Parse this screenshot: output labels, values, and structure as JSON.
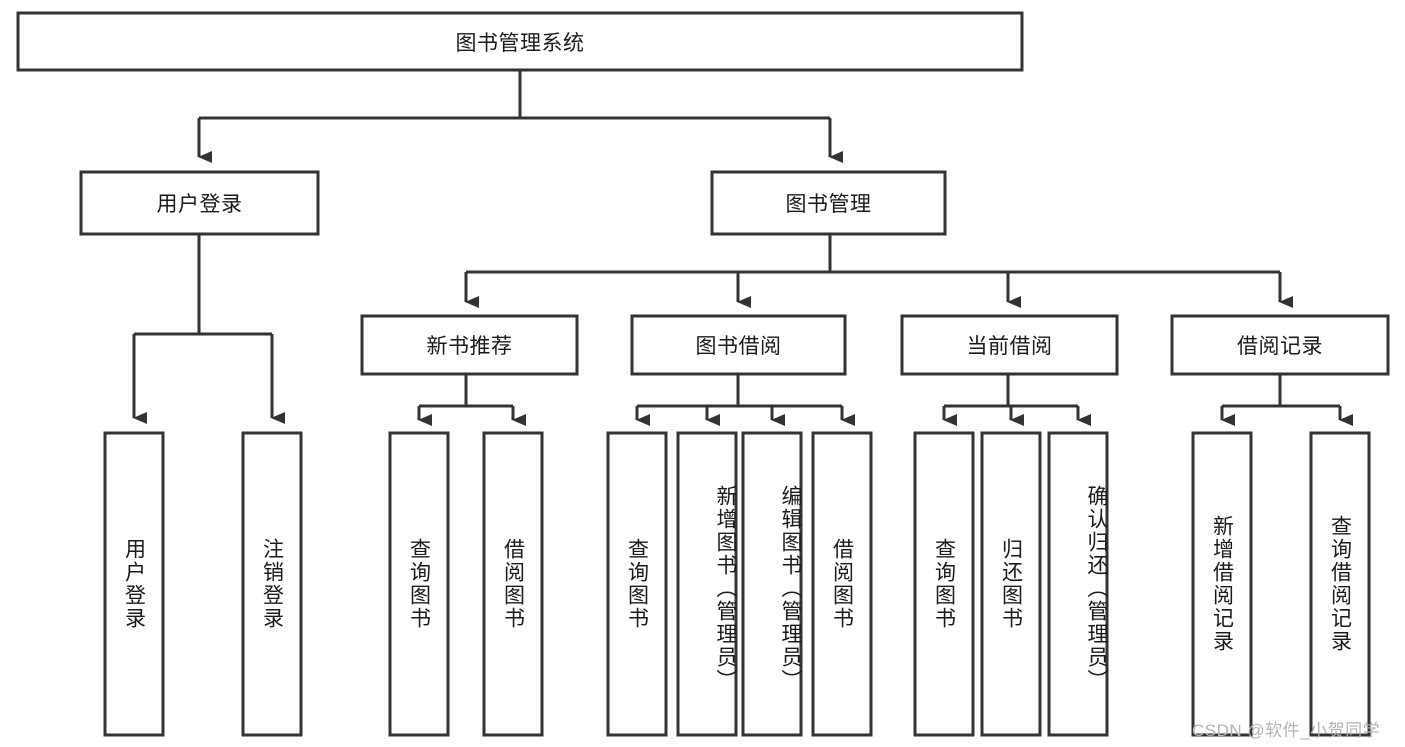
{
  "diagram": {
    "title": "图书管理系统",
    "type": "tree-hierarchy-diagram",
    "root": {
      "id": "root",
      "label": "图书管理系统"
    },
    "level2": [
      {
        "id": "user-login",
        "label": "用户登录"
      },
      {
        "id": "book-management",
        "label": "图书管理"
      }
    ],
    "level3": [
      {
        "id": "new-book-recommend",
        "label": "新书推荐",
        "parent": "book-management"
      },
      {
        "id": "book-borrow",
        "label": "图书借阅",
        "parent": "book-management"
      },
      {
        "id": "current-borrow",
        "label": "当前借阅",
        "parent": "book-management"
      },
      {
        "id": "borrow-record",
        "label": "借阅记录",
        "parent": "book-management"
      }
    ],
    "leaves": [
      {
        "id": "leaf-user-login",
        "label": "用户登录",
        "parent": "user-login"
      },
      {
        "id": "leaf-logout-login",
        "label": "注销登录",
        "parent": "user-login"
      },
      {
        "id": "leaf-query-book-1",
        "label": "查询图书",
        "parent": "new-book-recommend"
      },
      {
        "id": "leaf-borrow-book-1",
        "label": "借阅图书",
        "parent": "new-book-recommend"
      },
      {
        "id": "leaf-query-book-2",
        "label": "查询图书",
        "parent": "book-borrow"
      },
      {
        "id": "leaf-add-book",
        "label": "新增图书（管理员）",
        "parent": "book-borrow"
      },
      {
        "id": "leaf-edit-book",
        "label": "编辑图书（管理员）",
        "parent": "book-borrow"
      },
      {
        "id": "leaf-borrow-book-2",
        "label": "借阅图书",
        "parent": "book-borrow"
      },
      {
        "id": "leaf-query-book-3",
        "label": "查询图书",
        "parent": "current-borrow"
      },
      {
        "id": "leaf-return-book",
        "label": "归还图书",
        "parent": "current-borrow"
      },
      {
        "id": "leaf-confirm-return",
        "label": "确认归还（管理员）",
        "parent": "current-borrow"
      },
      {
        "id": "leaf-add-record",
        "label": "新增借阅记录",
        "parent": "borrow-record"
      },
      {
        "id": "leaf-query-record",
        "label": "查询借阅记录",
        "parent": "borrow-record"
      }
    ]
  },
  "watermark": {
    "text": "CSDN @软件_小贺同学"
  },
  "colors": {
    "stroke": "#333333",
    "box_fill": "#ffffff",
    "text": "#1a1a1a",
    "watermark": "#b4b4b4",
    "background": "#ffffff"
  }
}
